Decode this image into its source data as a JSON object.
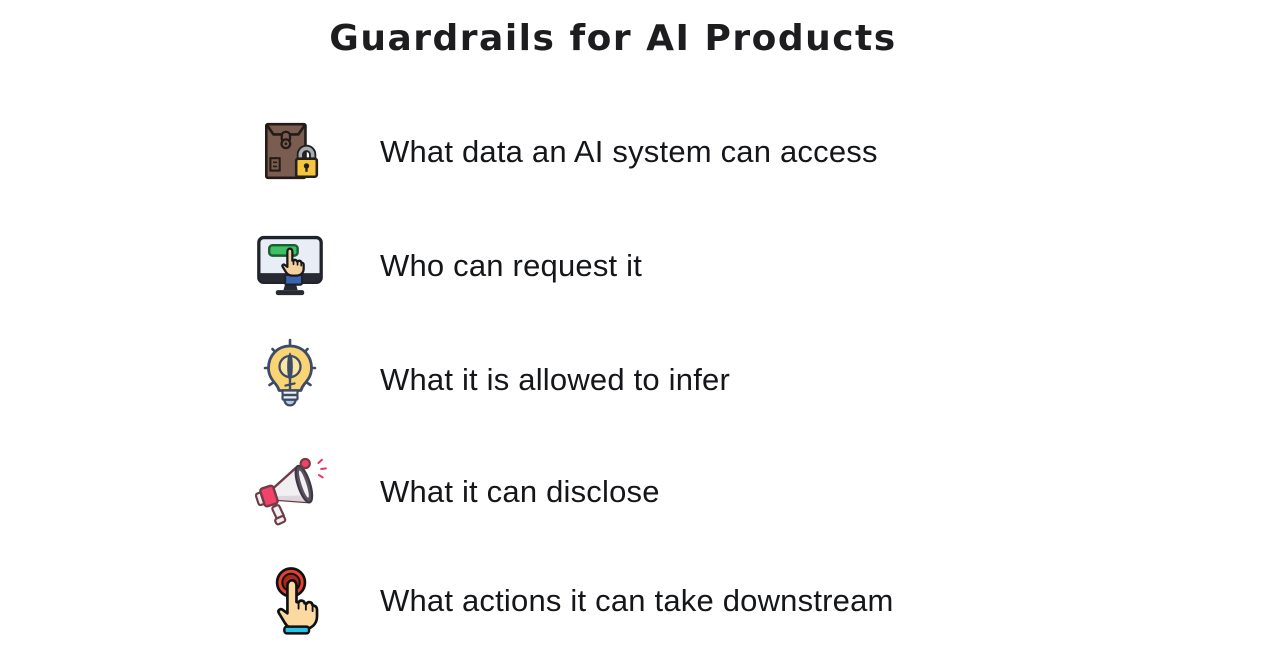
{
  "title": "Guardrails for AI Products",
  "rows": [
    {
      "icon": "locked-envelope-icon",
      "label": "What data an AI system can access"
    },
    {
      "icon": "monitor-click-icon",
      "label": "Who can request it"
    },
    {
      "icon": "lightbulb-icon",
      "label": "What it is allowed to infer"
    },
    {
      "icon": "megaphone-icon",
      "label": "What it can disclose"
    },
    {
      "icon": "tap-button-icon",
      "label": "What actions it can take downstream"
    }
  ],
  "colors": {
    "background": "#ffffff",
    "title_text": "#1d1d1f",
    "row_text": "#141619",
    "envelope_brown": "#7b5c50",
    "outline_dark": "#241b17",
    "lock_gold": "#f4c53d",
    "lock_shackle_gray": "#a7adb4",
    "monitor_frame": "#272a33",
    "screen_light": "#e9eef6",
    "button_green": "#3ec162",
    "sleeve_blue": "#3a66b0",
    "skin": "#f6d09e",
    "bulb_yellow": "#f9d474",
    "bulb_inner_yellow": "#fbe5a4",
    "bulb_navy": "#3d4b66",
    "bulb_base_gray": "#b9c9d8",
    "megaphone_white": "#f1eff1",
    "megaphone_pink": "#f2416b",
    "megaphone_rim_gray": "#5a5260",
    "megaphone_outline": "#703c46",
    "tap_red": "#e8402e",
    "tap_red_dark": "#a7271c",
    "cuff_teal": "#29c3e3"
  }
}
